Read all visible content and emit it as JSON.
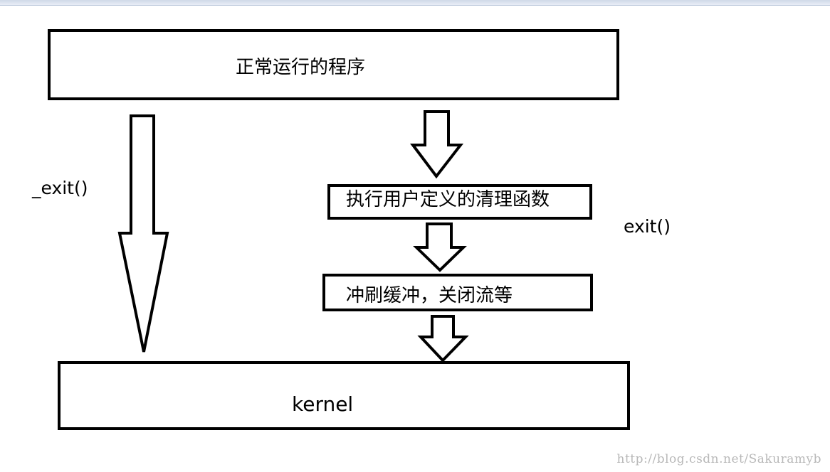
{
  "diagram": {
    "top_box": "正常运行的程序",
    "step1_box": "执行用户定义的清理函数",
    "step2_box": "冲刷缓冲，关闭流等",
    "bottom_box": "kernel",
    "label_left": "_exit()",
    "label_right": "exit()"
  },
  "watermark": "http://blog.csdn.net/Sakuramyb"
}
